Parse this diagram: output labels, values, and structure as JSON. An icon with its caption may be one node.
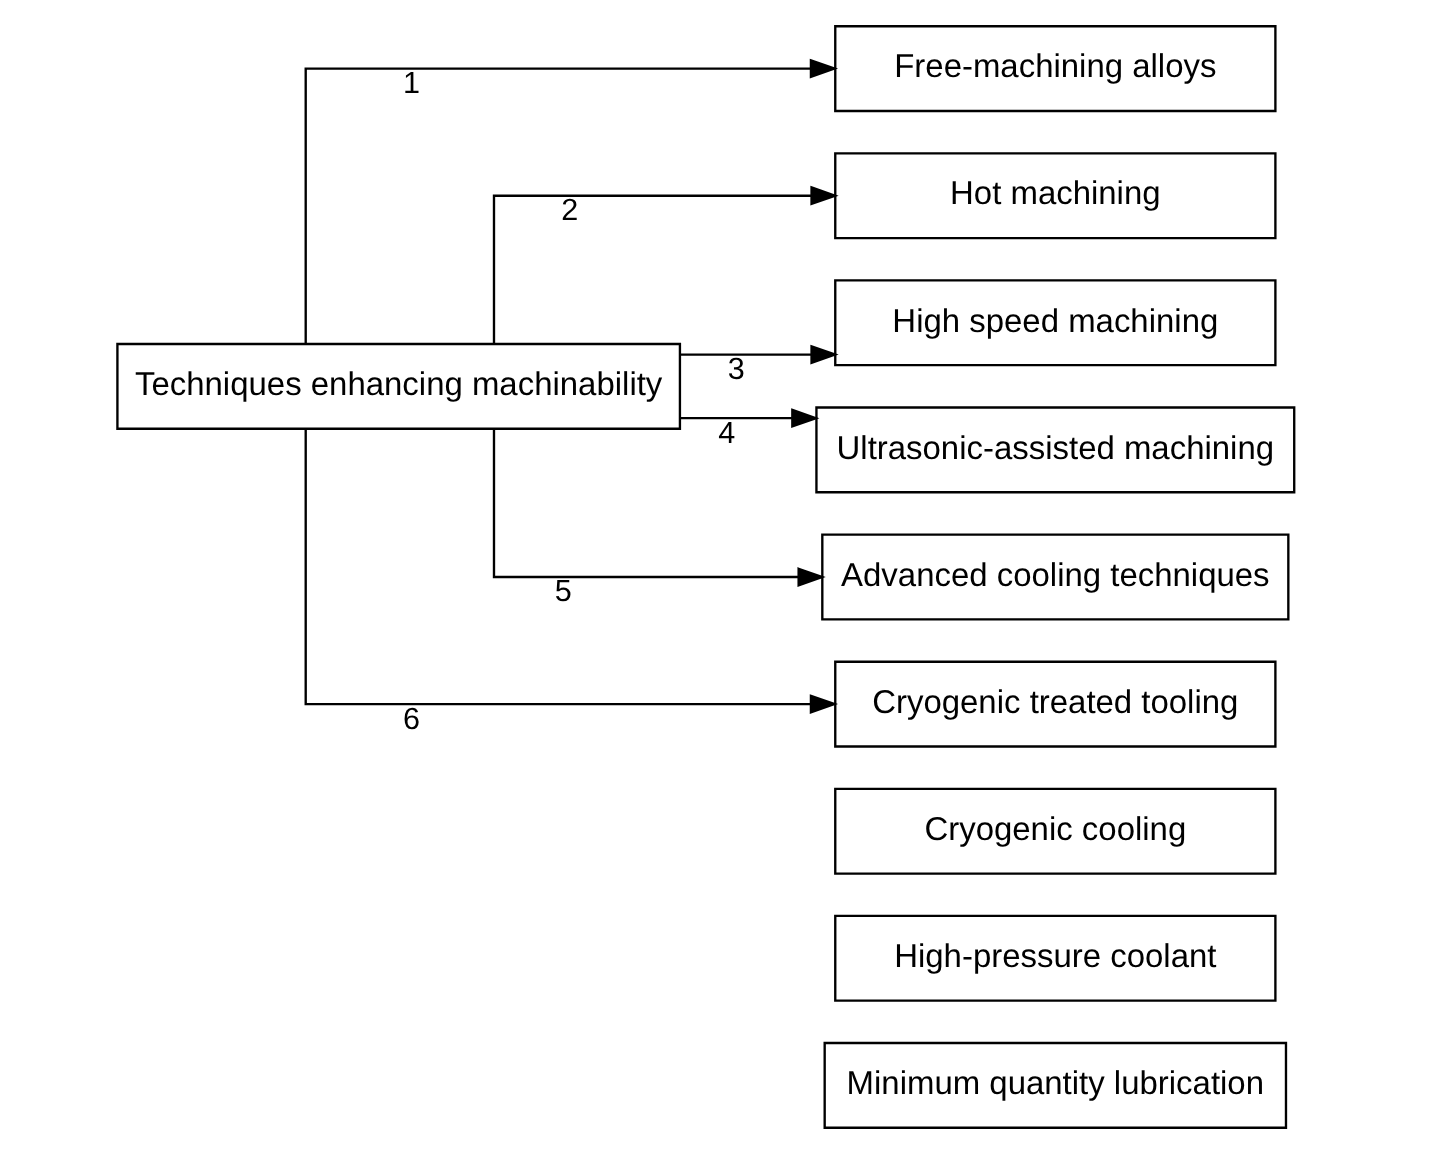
{
  "diagram": {
    "nodes": [
      {
        "text": [
          "Techniques enhancing machinability"
        ]
      },
      {
        "text": [
          "Free-machining alloys"
        ]
      },
      {
        "text": [
          "Hot machining"
        ]
      },
      {
        "text": [
          "High speed machining"
        ]
      },
      {
        "text": [
          "Ultrasonic-assisted machining"
        ]
      },
      {
        "text": [
          "Advanced cooling techniques"
        ]
      },
      {
        "text": [
          "Cryogenic cooling"
        ]
      },
      {
        "text": [
          "High-pressure coolant"
        ]
      },
      {
        "text": [
          "Minimum quantity lubrication"
        ]
      },
      {
        "text": [
          "Cryogenic treated tooling"
        ]
      }
    ],
    "edges": [
      {
        "from": 0,
        "to": 1,
        "arrow": "to",
        "label": "1"
      },
      {
        "from": 0,
        "to": 2,
        "arrow": "to",
        "label": "2"
      },
      {
        "from": 0,
        "to": 3,
        "arrow": "to",
        "label": "3"
      },
      {
        "from": 0,
        "to": 4,
        "arrow": "to",
        "label": "4"
      },
      {
        "from": 0,
        "to": 5,
        "arrow": "to",
        "label": "5"
      },
      {
        "from": 0,
        "to": 9,
        "arrow": "to",
        "label": "6"
      }
    ]
  }
}
